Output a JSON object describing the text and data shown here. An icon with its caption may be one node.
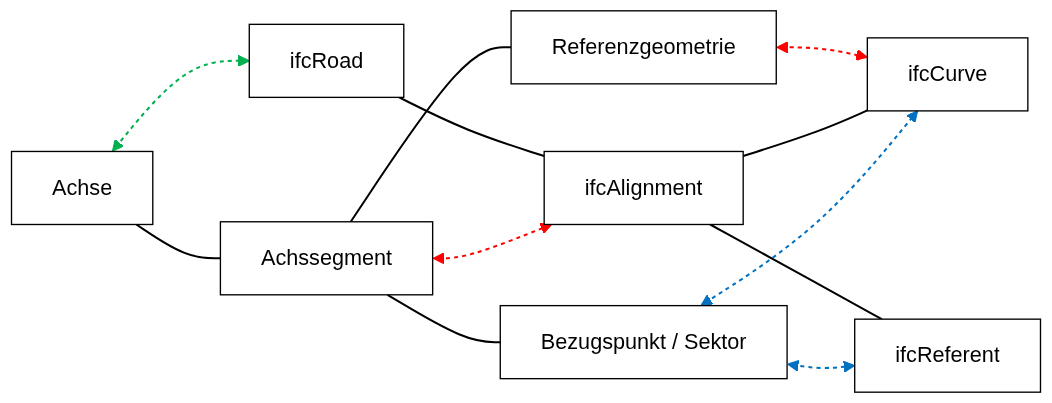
{
  "diagram": {
    "nodes": [
      {
        "text": [
          "Achse"
        ]
      },
      {
        "text": [
          "ifcRoad"
        ]
      },
      {
        "text": [
          "Achssegment"
        ]
      },
      {
        "text": [
          "Referenzgeometrie"
        ]
      },
      {
        "text": [
          "ifcCurve"
        ]
      },
      {
        "text": [
          "ifcAlignment"
        ]
      },
      {
        "text": [
          "Bezugspunkt / Sektor"
        ]
      },
      {
        "text": [
          "ifcReferent"
        ]
      }
    ],
    "edges": [
      {
        "from": 0,
        "to": 1,
        "arrow": "both",
        "style": "dashed",
        "color": "#00b050"
      },
      {
        "from": 0,
        "to": 2,
        "arrow": "none"
      },
      {
        "from": 1,
        "to": 5,
        "arrow": "none"
      },
      {
        "from": 2,
        "to": 5,
        "arrow": "both",
        "style": "dashed",
        "color": "#ff0000"
      },
      {
        "from": 2,
        "to": 3,
        "arrow": "none"
      },
      {
        "from": 3,
        "to": 4,
        "arrow": "both",
        "style": "dashed",
        "color": "#ff0000"
      },
      {
        "from": 5,
        "to": 4,
        "arrow": "none"
      },
      {
        "from": 2,
        "to": 6,
        "arrow": "none"
      },
      {
        "from": 5,
        "to": 7,
        "arrow": "none"
      },
      {
        "from": 6,
        "to": 4,
        "arrow": "both",
        "style": "dashed",
        "color": "#0070c0"
      },
      {
        "from": 6,
        "to": 7,
        "arrow": "both",
        "style": "dashed",
        "color": "#0070c0"
      }
    ]
  }
}
